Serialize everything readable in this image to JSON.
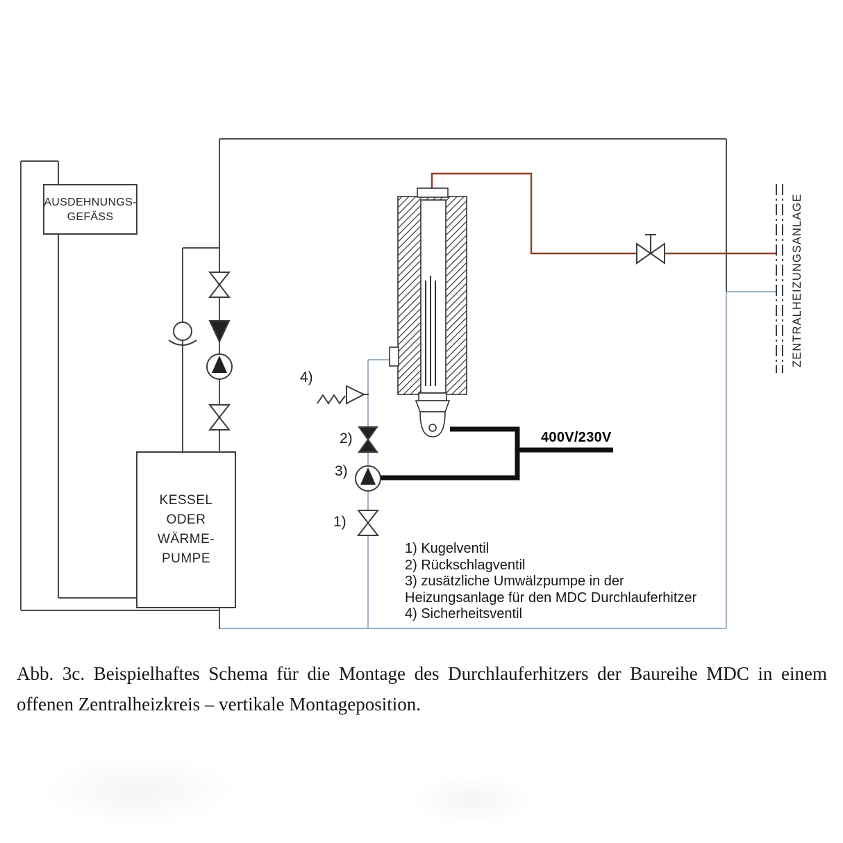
{
  "colors": {
    "pipe": "#4a4e52",
    "hot": "#913c2a",
    "cold": "#a3b4c2",
    "electric": "#101010"
  },
  "vessel": {
    "line1": "AUSDEHNUNGS-",
    "line2": "GEFÄSS"
  },
  "boiler": {
    "line1": "KESSEL",
    "line2": "ODER",
    "line3": "WÄRME-",
    "line4": "PUMPE"
  },
  "central_heating_label": "ZENTRALHEIZUNGSANLAGE",
  "power_label": "400V/230V",
  "markers": {
    "m1": "1)",
    "m2": "2)",
    "m3": "3)",
    "m4": "4)"
  },
  "legend": {
    "items": [
      "1) Kugelventil",
      "2) Rückschlagventil",
      "3) zusätzliche Umwälzpumpe in der",
      "Heizungsanlage für den MDC Durchlauferhitzer",
      "4) Sicherheitsventil"
    ]
  },
  "caption": "Abb. 3c. Beispielhaftes Schema für die Montage des Durchlauferhitzers der Baureihe MDC in einem offenen Zentralheizkreis – vertikale Montageposition."
}
